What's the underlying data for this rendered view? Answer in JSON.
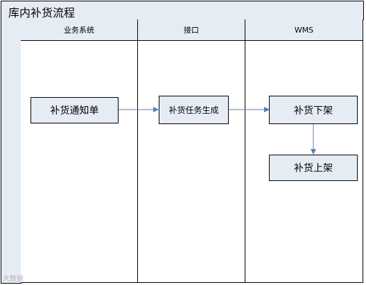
{
  "title": "库内补货流程",
  "lanes": {
    "business": "业务系统",
    "interface": "接口",
    "wms": "WMS"
  },
  "nodes": {
    "notice": "补货通知单",
    "task": "补货任务生成",
    "down": "补货下架",
    "up": "补货上架"
  },
  "watermark": "大数据",
  "colors": {
    "header_fill": "#e6ecf4",
    "box_fill": "#e6ecf4",
    "arrow": "#4f81bd",
    "border": "#000000"
  }
}
